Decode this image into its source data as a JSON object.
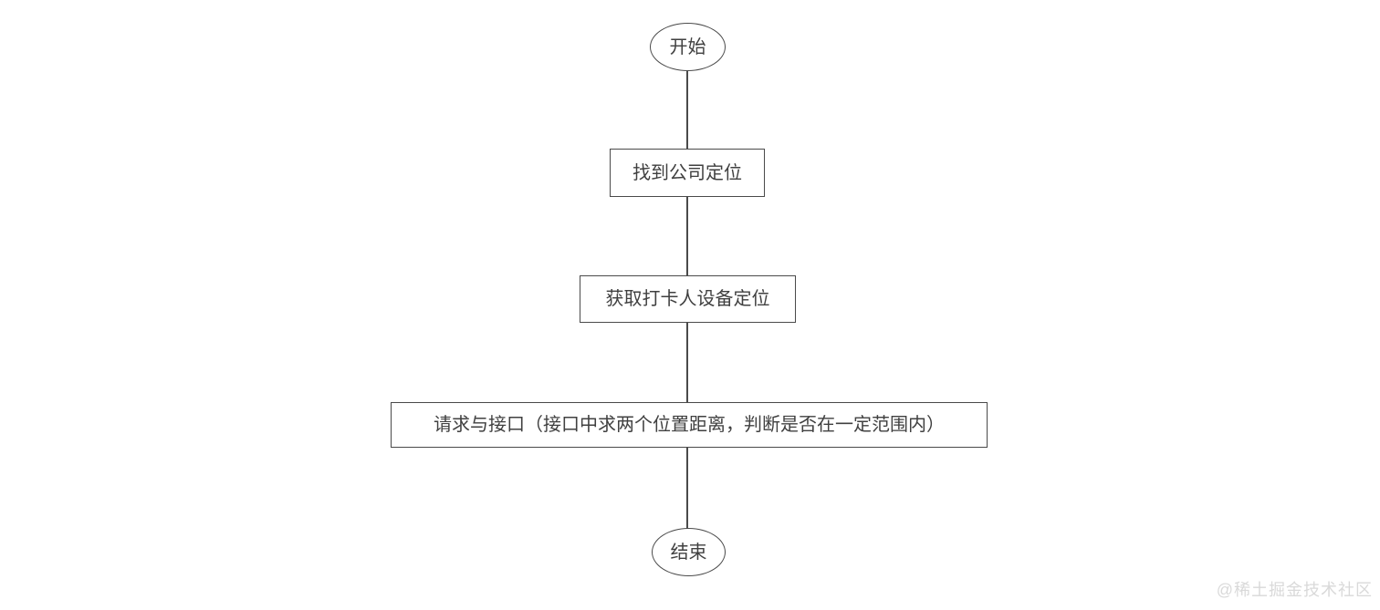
{
  "diagram": {
    "type": "flowchart",
    "direction": "top-to-bottom",
    "nodes": {
      "start": {
        "shape": "oval",
        "label": "开始"
      },
      "step1": {
        "shape": "rectangle",
        "label": "找到公司定位"
      },
      "step2": {
        "shape": "rectangle",
        "label": "获取打卡人设备定位"
      },
      "step3": {
        "shape": "rectangle",
        "label": "请求与接口（接口中求两个位置距离，判断是否在一定范围内）"
      },
      "end": {
        "shape": "oval",
        "label": "结束"
      }
    },
    "edges": [
      {
        "from": "start",
        "to": "step1"
      },
      {
        "from": "step1",
        "to": "step2"
      },
      {
        "from": "step2",
        "to": "step3"
      },
      {
        "from": "step3",
        "to": "end"
      }
    ],
    "colors": {
      "stroke": "#4a4a4a",
      "text": "#404040",
      "bg": "#ffffff",
      "watermark": "#d9d9d9"
    }
  },
  "watermark": {
    "text": "@稀土掘金技术社区"
  }
}
